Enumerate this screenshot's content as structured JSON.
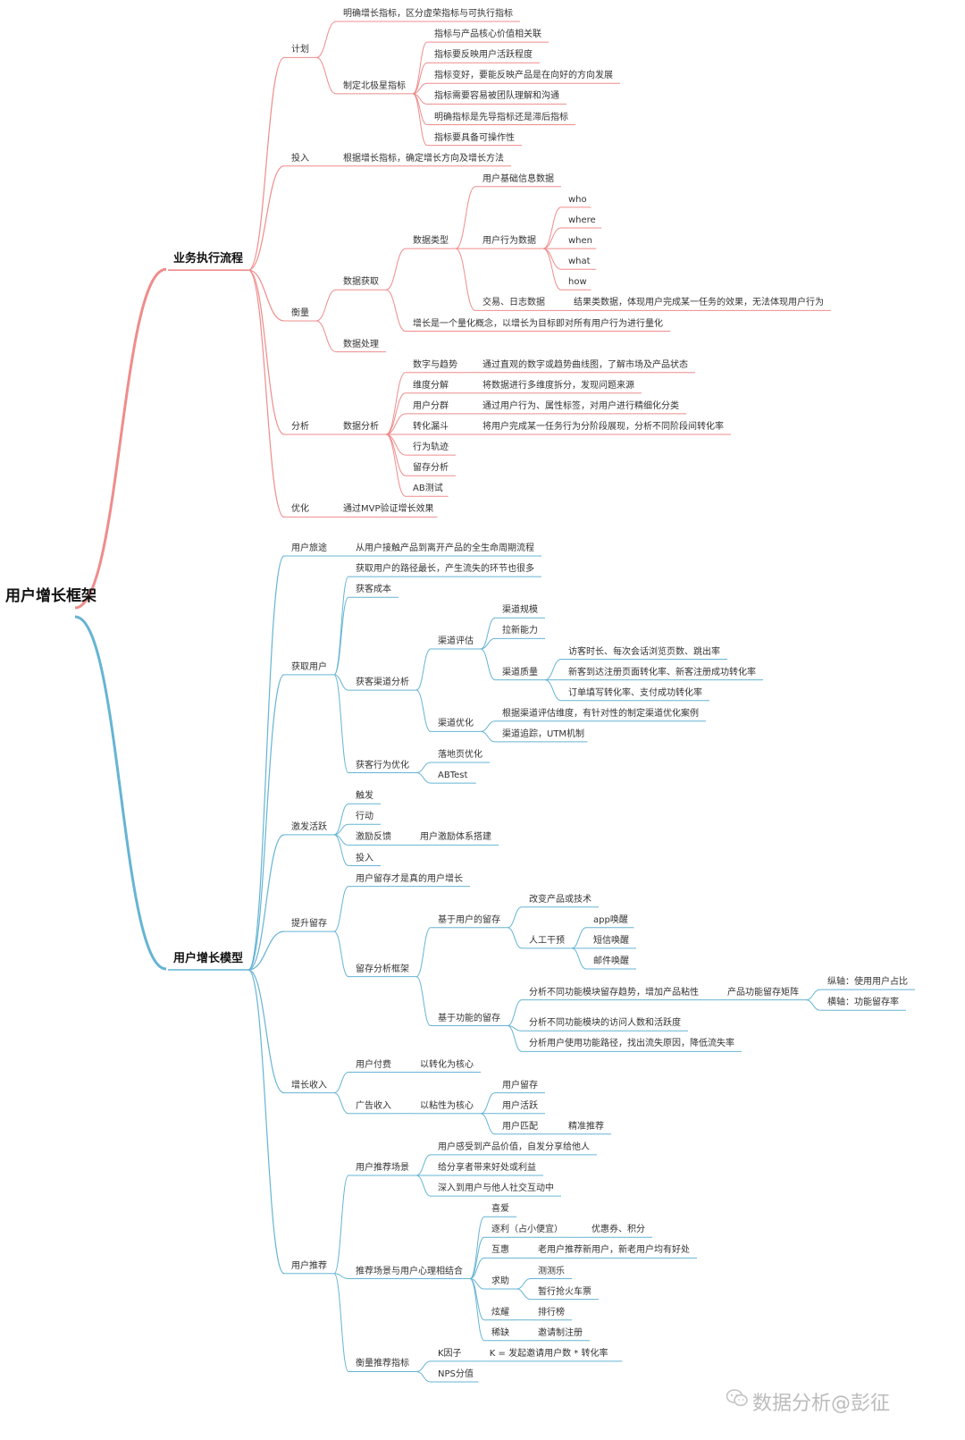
{
  "watermark": "数据分析@彭征",
  "colors": {
    "red": "#ef8c8c",
    "blue": "#66b4d4"
  },
  "mindmap": {
    "label": "用户增长框架",
    "children": [
      {
        "label": "业务执行流程",
        "color": "red",
        "children": [
          {
            "label": "计划",
            "children": [
              {
                "label": "明确增长指标，区分虚荣指标与可执行指标"
              },
              {
                "label": "制定北极星指标",
                "children": [
                  {
                    "label": "指标与产品核心价值相关联"
                  },
                  {
                    "label": "指标要反映用户活跃程度"
                  },
                  {
                    "label": "指标变好，要能反映产品是在向好的方向发展"
                  },
                  {
                    "label": "指标需要容易被团队理解和沟通"
                  },
                  {
                    "label": "明确指标是先导指标还是滞后指标"
                  },
                  {
                    "label": "指标要具备可操作性"
                  }
                ]
              }
            ]
          },
          {
            "label": "投入",
            "children": [
              {
                "label": "根据增长指标，确定增长方向及增长方法"
              }
            ]
          },
          {
            "label": "衡量",
            "children": [
              {
                "label": "数据获取",
                "children": [
                  {
                    "label": "数据类型",
                    "children": [
                      {
                        "label": "用户基础信息数据"
                      },
                      {
                        "label": "用户行为数据",
                        "children": [
                          {
                            "label": "who"
                          },
                          {
                            "label": "where"
                          },
                          {
                            "label": "when"
                          },
                          {
                            "label": "what"
                          },
                          {
                            "label": "how"
                          }
                        ]
                      },
                      {
                        "label": "交易、日志数据",
                        "children": [
                          {
                            "label": "结果类数据，体现用户完成某一任务的效果，无法体现用户行为"
                          }
                        ]
                      }
                    ]
                  },
                  {
                    "label": "增长是一个量化概念，以增长为目标即对所有用户行为进行量化"
                  }
                ]
              },
              {
                "label": "数据处理"
              }
            ]
          },
          {
            "label": "分析",
            "children": [
              {
                "label": "数据分析",
                "children": [
                  {
                    "label": "数字与趋势",
                    "children": [
                      {
                        "label": "通过直观的数字或趋势曲线图，了解市场及产品状态"
                      }
                    ]
                  },
                  {
                    "label": "维度分解",
                    "children": [
                      {
                        "label": "将数据进行多维度拆分，发现问题来源"
                      }
                    ]
                  },
                  {
                    "label": "用户分群",
                    "children": [
                      {
                        "label": "通过用户行为、属性标签，对用户进行精细化分类"
                      }
                    ]
                  },
                  {
                    "label": "转化漏斗",
                    "children": [
                      {
                        "label": "将用户完成某一任务行为分阶段展现，分析不同阶段间转化率"
                      }
                    ]
                  },
                  {
                    "label": "行为轨迹"
                  },
                  {
                    "label": "留存分析"
                  },
                  {
                    "label": "AB测试"
                  }
                ]
              }
            ]
          },
          {
            "label": "优化",
            "children": [
              {
                "label": "通过MVP验证增长效果"
              }
            ]
          }
        ]
      },
      {
        "label": "用户增长模型",
        "color": "blue",
        "children": [
          {
            "label": "用户旅途",
            "children": [
              {
                "label": "从用户接触产品到离开产品的全生命周期流程"
              }
            ]
          },
          {
            "label": "获取用户",
            "children": [
              {
                "label": "获取用户的路径最长，产生流失的环节也很多"
              },
              {
                "label": "获客成本"
              },
              {
                "label": "获客渠道分析",
                "children": [
                  {
                    "label": "渠道评估",
                    "children": [
                      {
                        "label": "渠道规模"
                      },
                      {
                        "label": "拉新能力"
                      },
                      {
                        "label": "渠道质量",
                        "children": [
                          {
                            "label": "访客时长、每次会话浏览页数、跳出率"
                          },
                          {
                            "label": "新客到达注册页面转化率、新客注册成功转化率"
                          },
                          {
                            "label": "订单填写转化率、支付成功转化率"
                          }
                        ]
                      }
                    ]
                  },
                  {
                    "label": "渠道优化",
                    "children": [
                      {
                        "label": "根据渠道评估维度，有针对性的制定渠道优化案例"
                      },
                      {
                        "label": "渠道追踪，UTM机制"
                      }
                    ]
                  }
                ]
              },
              {
                "label": "获客行为优化",
                "children": [
                  {
                    "label": "落地页优化"
                  },
                  {
                    "label": "ABTest"
                  }
                ]
              }
            ]
          },
          {
            "label": "激发活跃",
            "children": [
              {
                "label": "触发"
              },
              {
                "label": "行动"
              },
              {
                "label": "激励反馈",
                "children": [
                  {
                    "label": "用户激励体系搭建"
                  }
                ]
              },
              {
                "label": "投入"
              }
            ]
          },
          {
            "label": "提升留存",
            "children": [
              {
                "label": "用户留存才是真的用户增长"
              },
              {
                "label": "留存分析框架",
                "children": [
                  {
                    "label": "基于用户的留存",
                    "children": [
                      {
                        "label": "改变产品或技术"
                      },
                      {
                        "label": "人工干预",
                        "children": [
                          {
                            "label": "app唤醒"
                          },
                          {
                            "label": "短信唤醒"
                          },
                          {
                            "label": "邮件唤醒"
                          }
                        ]
                      }
                    ]
                  },
                  {
                    "label": "基于功能的留存",
                    "children": [
                      {
                        "label": "分析不同功能模块留存趋势，增加产品粘性",
                        "children": [
                          {
                            "label": "产品功能留存矩阵",
                            "children": [
                              {
                                "label": "纵轴：使用用户占比"
                              },
                              {
                                "label": "横轴：功能留存率"
                              }
                            ]
                          }
                        ]
                      },
                      {
                        "label": "分析不同功能模块的访问人数和活跃度"
                      },
                      {
                        "label": "分析用户使用功能路径，找出流失原因，降低流失率"
                      }
                    ]
                  }
                ]
              }
            ]
          },
          {
            "label": "增长收入",
            "children": [
              {
                "label": "用户付费",
                "children": [
                  {
                    "label": "以转化为核心"
                  }
                ]
              },
              {
                "label": "广告收入",
                "children": [
                  {
                    "label": "以粘性为核心",
                    "children": [
                      {
                        "label": "用户留存"
                      },
                      {
                        "label": "用户活跃"
                      },
                      {
                        "label": "用户匹配",
                        "children": [
                          {
                            "label": "精准推荐"
                          }
                        ]
                      }
                    ]
                  }
                ]
              }
            ]
          },
          {
            "label": "用户推荐",
            "children": [
              {
                "label": "用户推荐场景",
                "children": [
                  {
                    "label": "用户感受到产品价值，自发分享给他人"
                  },
                  {
                    "label": "给分享者带来好处或利益"
                  },
                  {
                    "label": "深入到用户与他人社交互动中"
                  }
                ]
              },
              {
                "label": "推荐场景与用户心理相结合",
                "children": [
                  {
                    "label": "喜爱"
                  },
                  {
                    "label": "逐利（占小便宜）",
                    "children": [
                      {
                        "label": "优惠券、积分"
                      }
                    ]
                  },
                  {
                    "label": "互惠",
                    "children": [
                      {
                        "label": "老用户推荐新用户，新老用户均有好处"
                      }
                    ]
                  },
                  {
                    "label": "求助",
                    "children": [
                      {
                        "label": "测测乐"
                      },
                      {
                        "label": "暂行抢火车票"
                      }
                    ]
                  },
                  {
                    "label": "炫耀",
                    "children": [
                      {
                        "label": "排行榜"
                      }
                    ]
                  },
                  {
                    "label": "稀缺",
                    "children": [
                      {
                        "label": "邀请制注册"
                      }
                    ]
                  }
                ]
              },
              {
                "label": "衡量推荐指标",
                "children": [
                  {
                    "label": "K因子",
                    "children": [
                      {
                        "label": "K = 发起邀请用户数 * 转化率"
                      }
                    ]
                  },
                  {
                    "label": "NPS分值"
                  }
                ]
              }
            ]
          }
        ]
      }
    ]
  }
}
